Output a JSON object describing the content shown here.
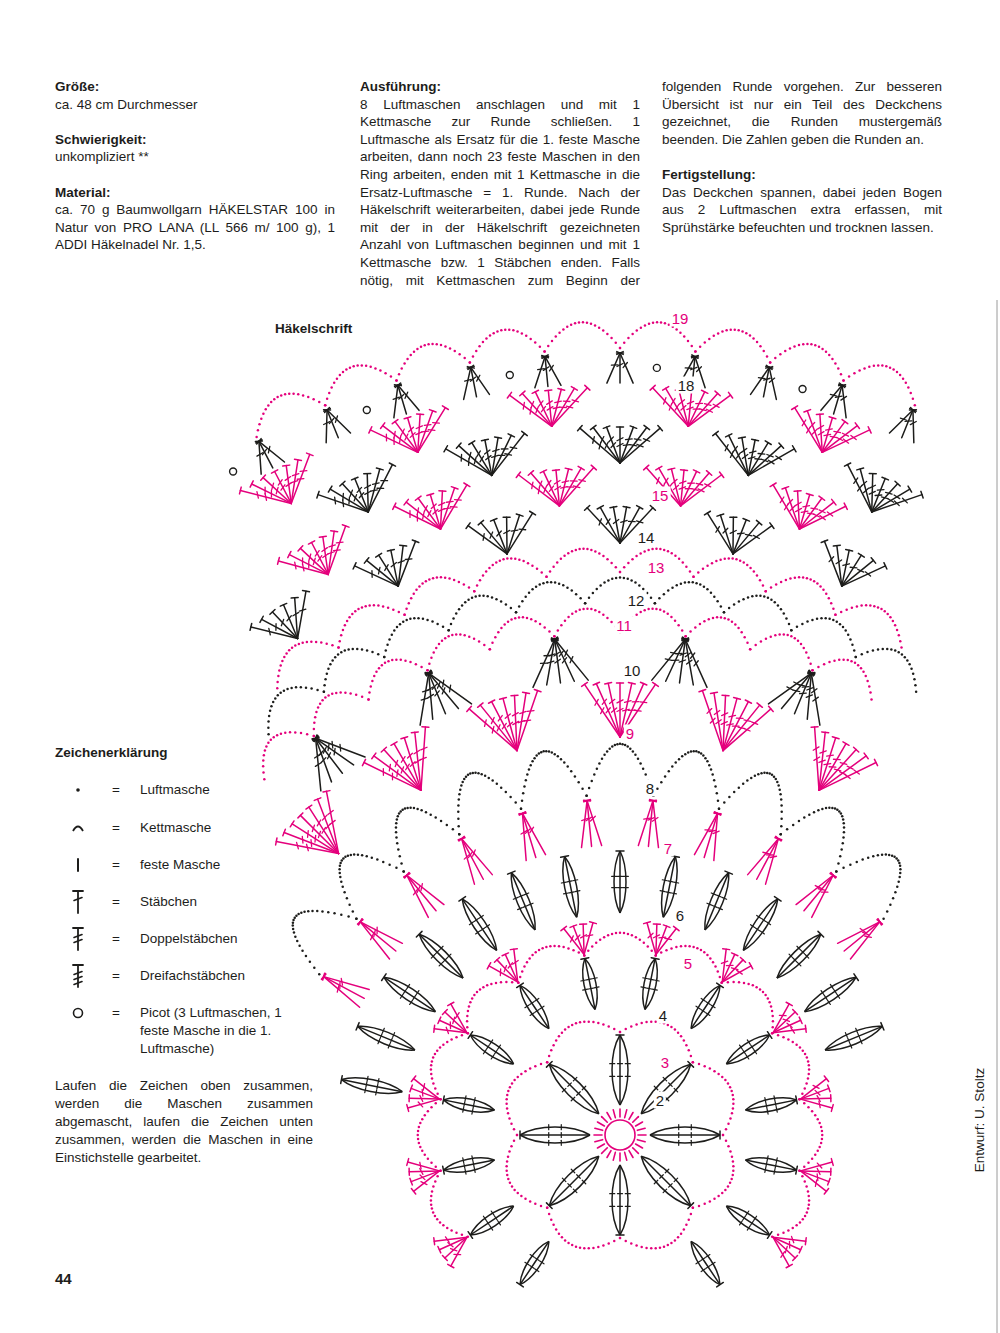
{
  "diagram": {
    "labels": [
      "Größe:",
      "ca. 48 cm Durchmesser",
      "Schwierigkeit:",
      "unkompliziert **",
      "Material:",
      "ca. 70 g Baumwollgarn HÄKELSTAR 100 in Natur von PRO LANA (LL 566 m/ 100 g), 1 ADDI Häkelnadel Nr. 1,5.",
      "Ausführung:",
      "8 Luftmaschen anschlagen und mit 1 Kettmasche zur Runde schließen. 1 Luftmasche als Ersatz für die 1. feste Masche arbeiten, dann noch 23 feste Maschen in den Ring arbeiten, enden mit 1 Kettmasche in die Ersatz-Luftmasche = 1. Runde. Nach der Häkelschrift weiterarbeiten, dabei jede Runde mit der in der Häkelschrift gezeichneten Anzahl von Luftmaschen beginnen und mit 1 Kettmasche bzw. 1 Stäbchen enden. Falls nötig, mit Kettmaschen zum Beginn der folgenden Runde vorgehen. Zur besseren Übersicht ist nur ein Teil des Deckchens gezeichnet, die Runden mustergemäß beenden. Die Zahlen geben die Runden an.",
      "Fertigstellung:",
      "Das Deckchen spannen, dabei jeden Bogen aus 2 Luftmaschen extra erfassen, mit Sprühstärke befeuchten und trocknen lassen.",
      "Häkelschrift",
      "19",
      "18",
      "15",
      "14",
      "13",
      "12",
      "11",
      "10",
      "9",
      "8",
      "7",
      "6",
      "5",
      "4",
      "3",
      "2",
      "Zeichenerklärung",
      "=",
      "=",
      "=",
      "=",
      "=",
      "=",
      "=",
      "Laufen die Zeichen oben zusammen, werden die Maschen zusammen abgemascht, laufen die Zeichen unten zusammen, werden die Maschen in eine Einstichstelle gearbeitet.",
      "Entwurf: U. Stoltz",
      "44"
    ],
    "legend": [
      {
        "text": "Luftmasche"
      },
      {
        "text": "Kettmasche"
      },
      {
        "text": "feste Masche"
      },
      {
        "text": "Stäbchen"
      },
      {
        "text": "Doppelstäbchen"
      },
      {
        "text": "Dreifachstäbchen"
      },
      {
        "text": "Picot (3 Luftmaschen, 1 feste Masche in die 1. Luftmasche)"
      }
    ]
  }
}
